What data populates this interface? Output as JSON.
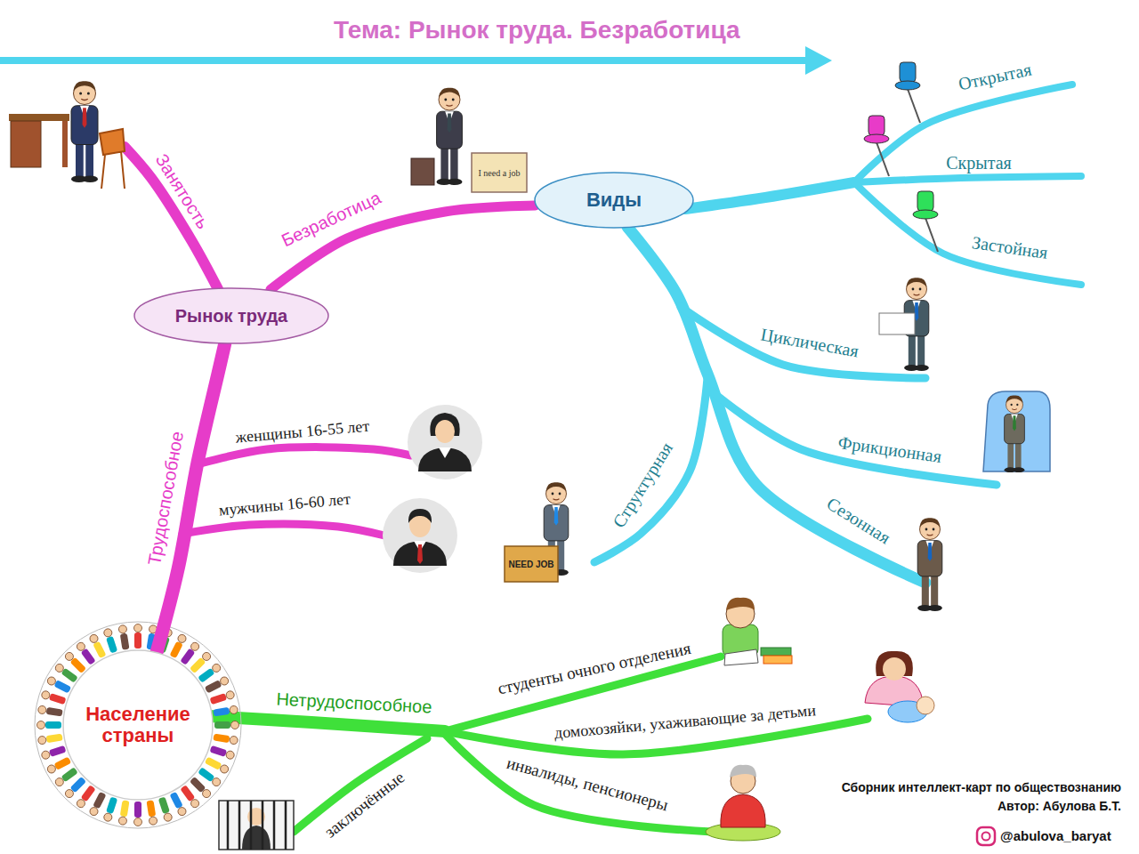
{
  "diagram": {
    "title": "Тема: Рынок труда. Безработица",
    "nodes": [
      {
        "text": [
          "Рынок труда"
        ]
      },
      {
        "text": [
          "Виды"
        ]
      },
      {
        "text": [
          "Население страны"
        ]
      }
    ],
    "edges": [
      {
        "from": 0,
        "to": 1,
        "label": "Безработица",
        "arrow": "none"
      },
      {
        "from": 2,
        "to": 0,
        "label": "Трудоспособное",
        "arrow": "none"
      }
    ],
    "labels": [
      "Занятость",
      "I need a job",
      "Открытая",
      "Скрытая",
      "Застойная",
      "Циклическая",
      "женщины 16-55 лет",
      "Фрикционная",
      "мужчины 16-60 лет",
      "Структурная",
      "NEED JOB",
      "Сезонная",
      "студенты очного отделения",
      "Нетрудоспособное",
      "домохозяйки, ухаживающие за детьми",
      "инвалиды, пенсионеры",
      "Сборник интеллект-карт по обществознанию",
      "Автор: Абулова Б.Т.",
      "заключённые",
      "@abulova_baryat"
    ]
  }
}
